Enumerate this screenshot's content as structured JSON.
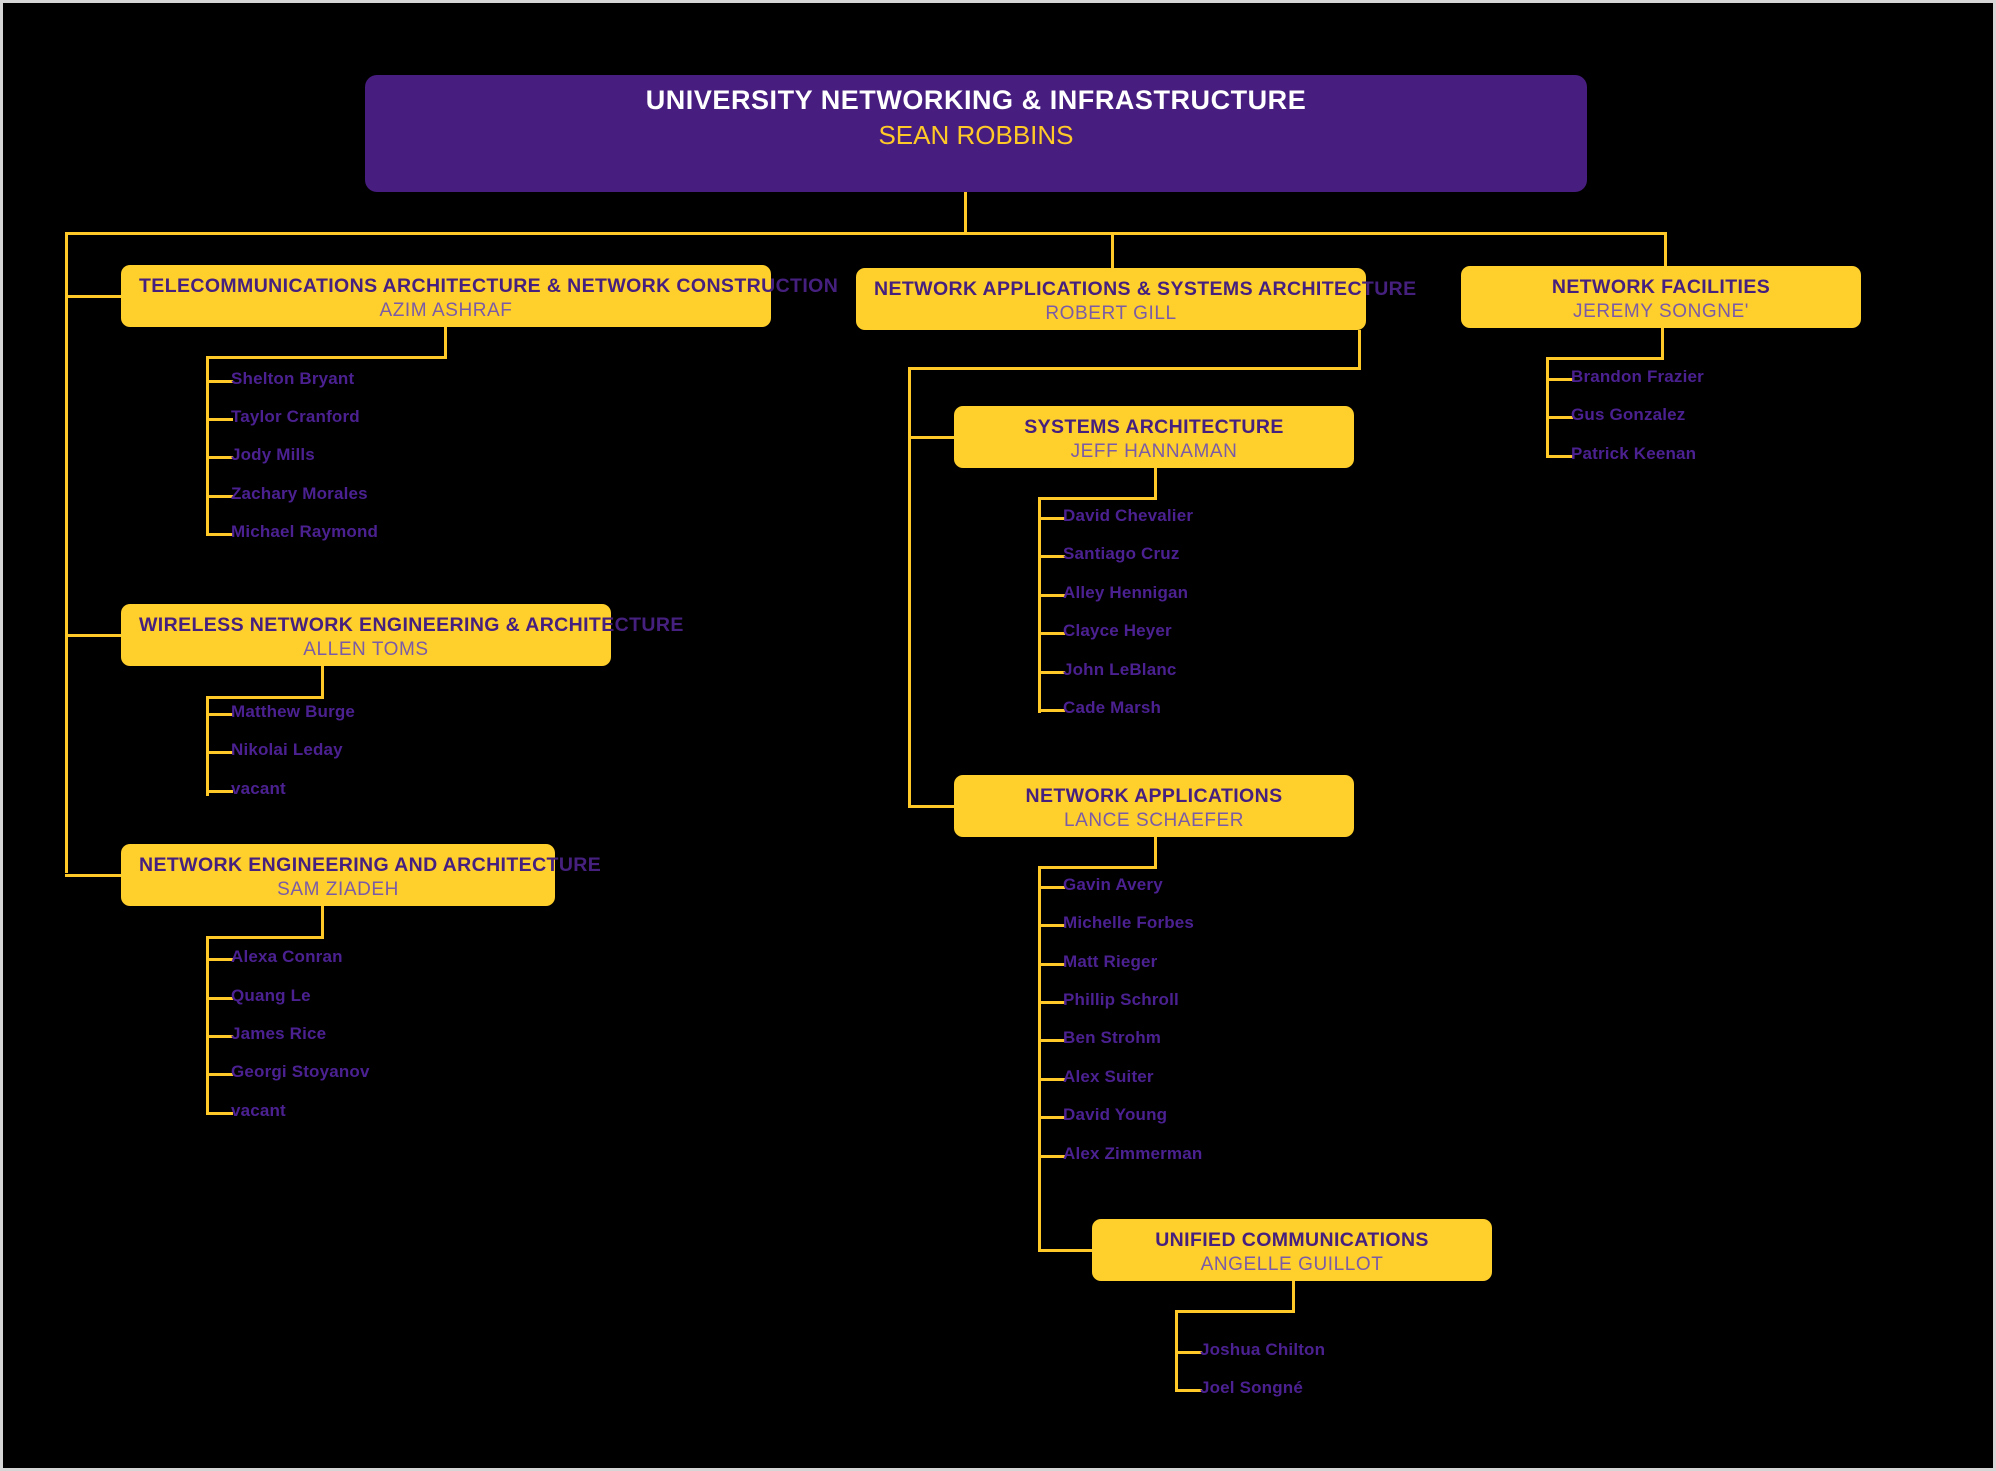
{
  "chart": {
    "type": "org-chart",
    "title": "University Networking & Infrastructure Organizational Chart",
    "colors": {
      "background": "#000000",
      "root_box": "#471D80",
      "dept_box": "#FFCF2B",
      "connector": "#FFC927",
      "root_title_text": "#FFFFFF",
      "root_person_text": "#FFC927",
      "dept_title_text": "#46207F",
      "dept_person_text": "#7A5BA8",
      "staff_text": "#4B2191"
    }
  },
  "root": {
    "title": "UNIVERSITY NETWORKING & INFRASTRUCTURE",
    "person": "SEAN ROBBINS"
  },
  "branches": {
    "telecom": {
      "title": "TELECOMMUNICATIONS ARCHITECTURE & NETWORK CONSTRUCTION",
      "person": "AZIM ASHRAF",
      "staff": [
        "Shelton Bryant",
        "Taylor Cranford",
        "Jody Mills",
        "Zachary Morales",
        "Michael Raymond"
      ]
    },
    "wireless": {
      "title": "WIRELESS NETWORK ENGINEERING & ARCHITECTURE",
      "person": "ALLEN TOMS",
      "staff": [
        "Matthew Burge",
        "Nikolai Leday",
        "vacant"
      ]
    },
    "netengarch": {
      "title": "NETWORK ENGINEERING AND ARCHITECTURE",
      "person": "SAM ZIADEH",
      "staff": [
        "Alexa Conran",
        "Quang Le",
        "James Rice",
        "Georgi Stoyanov",
        "vacant"
      ]
    },
    "napps_sysarch": {
      "title": "NETWORK APPLICATIONS & SYSTEMS ARCHITECTURE",
      "person": "ROBERT GILL"
    },
    "sysarch": {
      "title": "SYSTEMS ARCHITECTURE",
      "person": "JEFF HANNAMAN",
      "staff": [
        "David Chevalier",
        "Santiago Cruz",
        "Alley Hennigan",
        "Clayce Heyer",
        "John LeBlanc",
        "Cade Marsh"
      ]
    },
    "netapps": {
      "title": "NETWORK APPLICATIONS",
      "person": "LANCE SCHAEFER",
      "staff": [
        "Gavin Avery",
        "Michelle Forbes",
        "Matt Rieger",
        "Phillip Schroll",
        "Ben Strohm",
        "Alex Suiter",
        "David Young",
        "Alex Zimmerman"
      ]
    },
    "unified": {
      "title": "UNIFIED COMMUNICATIONS",
      "person": "ANGELLE GUILLOT",
      "staff": [
        "Joshua Chilton",
        "Joel Songné"
      ]
    },
    "facilities": {
      "title": "NETWORK FACILITIES",
      "person": "JEREMY SONGNE'",
      "staff": [
        "Brandon Frazier",
        "Gus Gonzalez",
        "Patrick Keenan"
      ]
    }
  }
}
